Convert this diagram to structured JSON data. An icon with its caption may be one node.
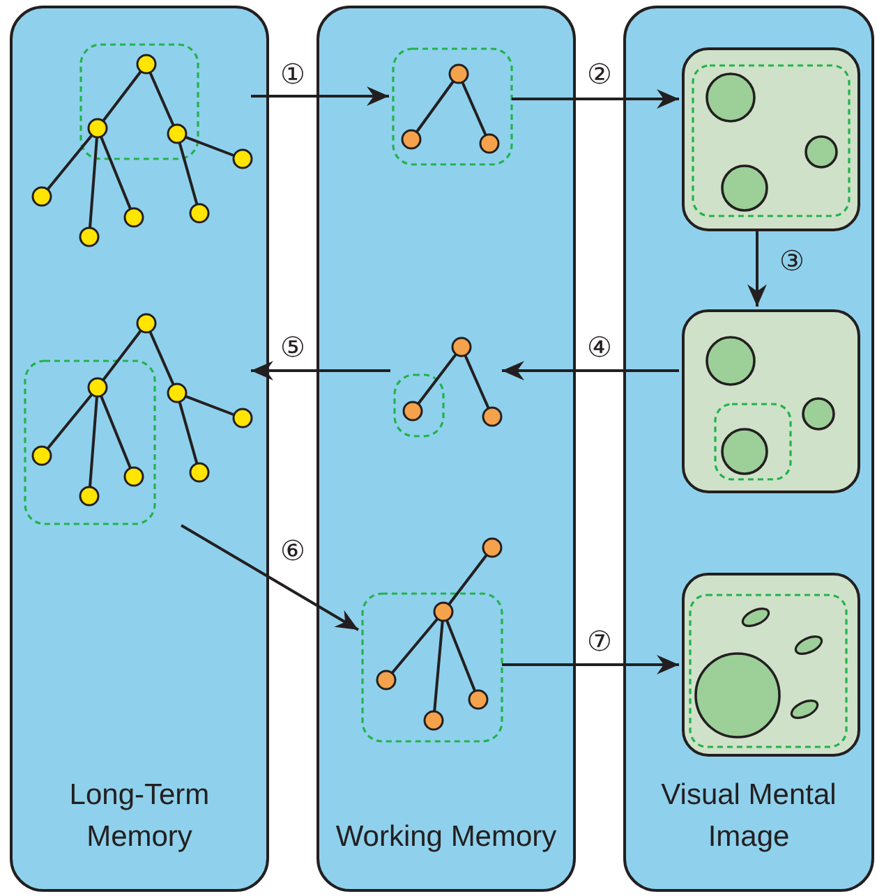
{
  "diagram": {
    "nodes": [
      {
        "text": [
          "Long-Term Memory"
        ]
      },
      {
        "text": [
          "Working Memory"
        ]
      },
      {
        "text": [
          "Visual Mental Image"
        ]
      },
      {
        "text": [],
        "shape": "picture",
        "in": 0
      },
      {
        "text": [],
        "shape": "picture",
        "in": 0
      },
      {
        "text": [],
        "shape": "picture",
        "in": 1
      },
      {
        "text": [],
        "shape": "picture",
        "in": 1
      },
      {
        "text": [],
        "shape": "picture",
        "in": 1
      },
      {
        "text": [],
        "shape": "picture",
        "in": 2
      },
      {
        "text": [],
        "shape": "picture",
        "in": 2
      },
      {
        "text": [],
        "shape": "picture",
        "in": 2
      }
    ],
    "edges": [
      {
        "from": 3,
        "to": 5,
        "arrow": "to",
        "label": "①"
      },
      {
        "from": 5,
        "to": 8,
        "arrow": "to",
        "label": "②"
      },
      {
        "from": 8,
        "to": 9,
        "arrow": "to",
        "label": "③"
      },
      {
        "from": 9,
        "to": 6,
        "arrow": "to",
        "label": "④"
      },
      {
        "from": 6,
        "to": 4,
        "arrow": "to",
        "label": "⑤"
      },
      {
        "from": 4,
        "to": 7,
        "arrow": "to",
        "label": "⑥"
      },
      {
        "from": 7,
        "to": 10,
        "arrow": "to",
        "label": "⑦"
      }
    ]
  }
}
